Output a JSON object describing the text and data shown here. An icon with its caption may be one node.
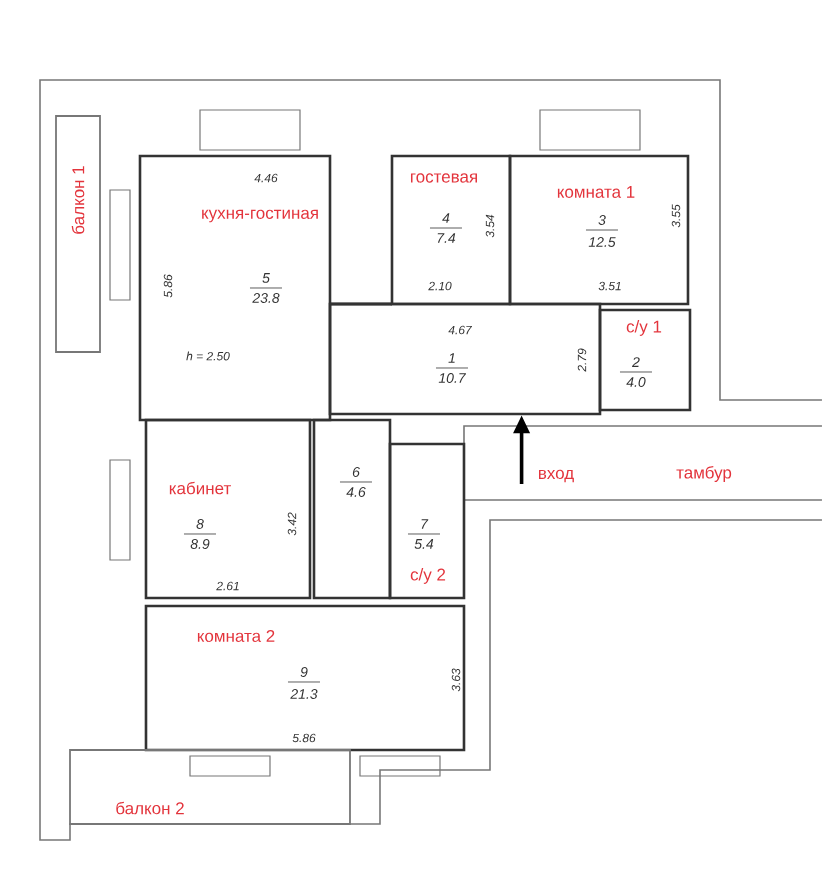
{
  "diagram": {
    "nodes": [
      {
        "text": [
          "балкон 1"
        ]
      },
      {
        "text": [
          "кухня-гостиная",
          "5",
          "23.8"
        ]
      },
      {
        "text": [
          "гостевая",
          "4",
          "7.4"
        ]
      },
      {
        "text": [
          "комната 1",
          "3",
          "12.5"
        ]
      },
      {
        "text": [
          "1",
          "10.7"
        ]
      },
      {
        "text": [
          "с/у 1",
          "2",
          "4.0"
        ]
      },
      {
        "text": [
          "6",
          "4.6"
        ]
      },
      {
        "text": [
          "кабинет",
          "8",
          "8.9"
        ]
      },
      {
        "text": [
          "7",
          "5.4",
          "с/у 2"
        ]
      },
      {
        "text": [
          "комната 2",
          "9",
          "21.3"
        ]
      },
      {
        "text": [
          "балкон 2"
        ]
      },
      {
        "text": [
          "вход"
        ]
      }
    ],
    "edges": [
      {
        "from": 11,
        "to": 4,
        "arrow": "to"
      }
    ],
    "labels": [
      "4.46",
      "5.86",
      "h = 2.50",
      "3.54",
      "3.55",
      "2.10",
      "3.51",
      "4.67",
      "2.79",
      "тамбур",
      "3.42",
      "2.61",
      "3.63",
      "5.86"
    ]
  }
}
